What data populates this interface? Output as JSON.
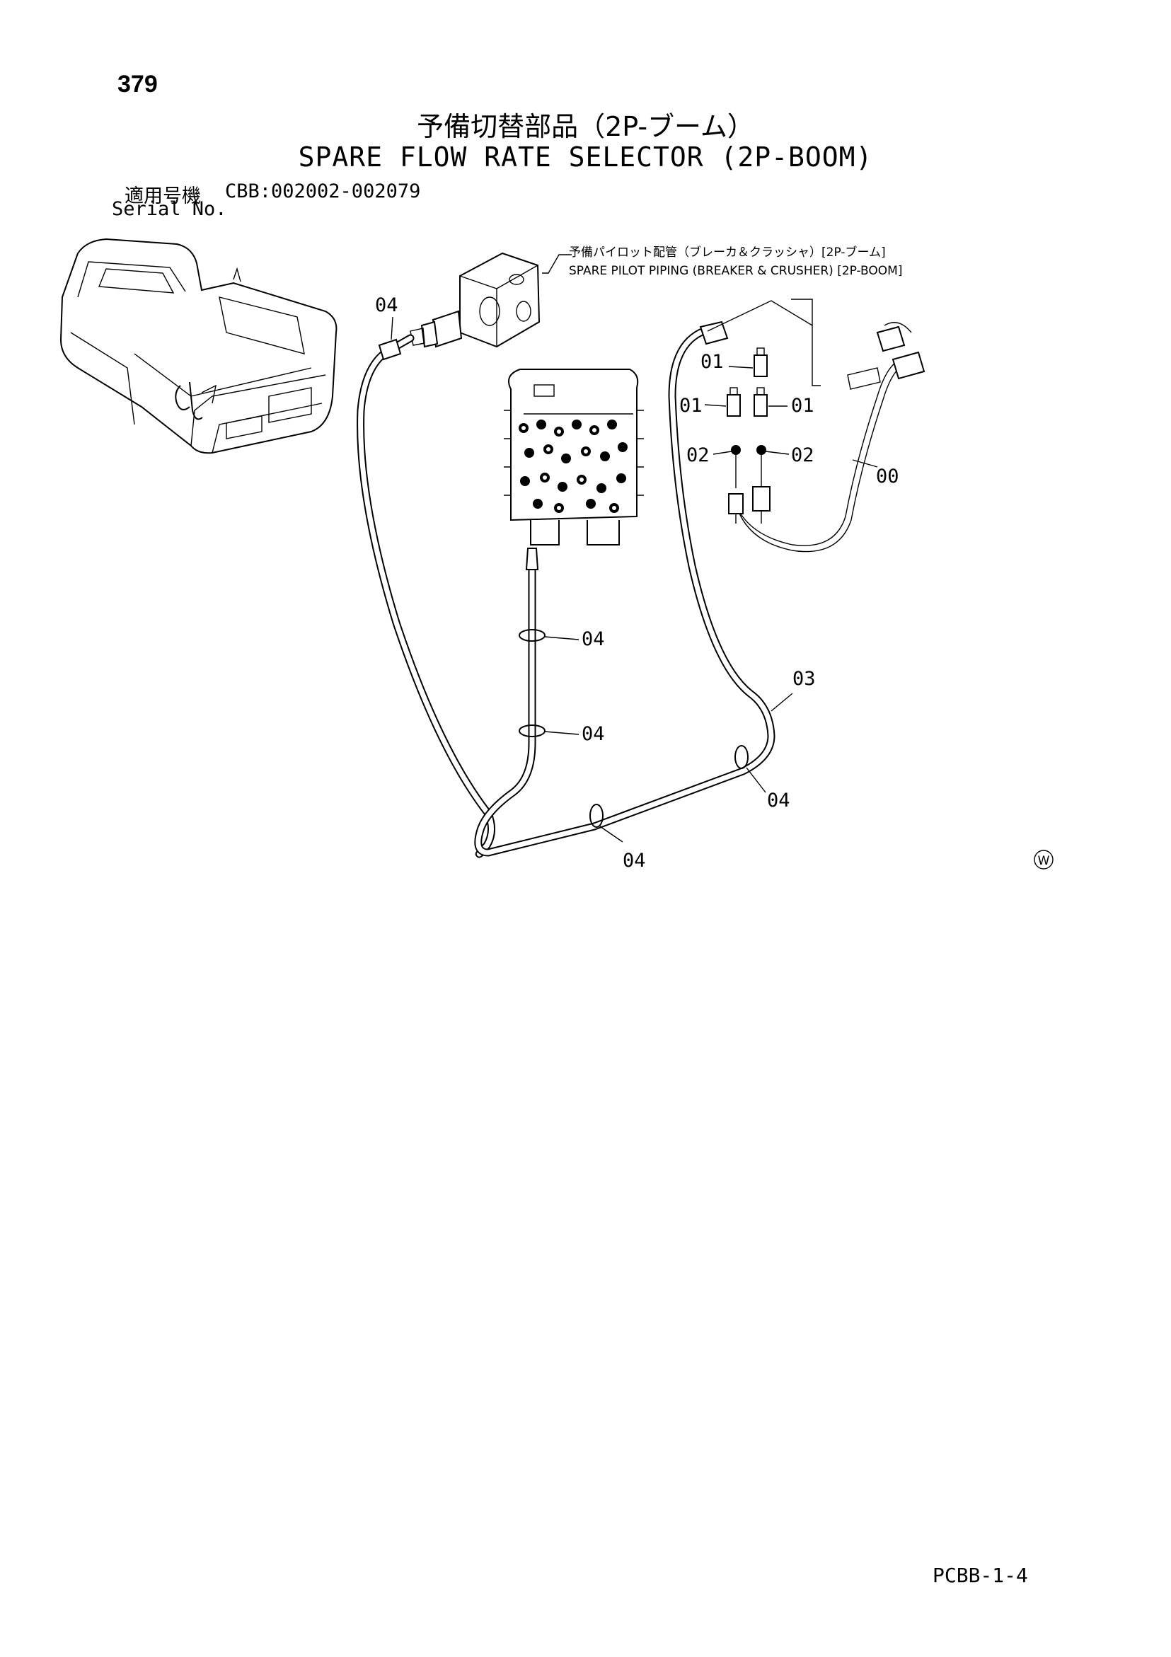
{
  "page": {
    "number": "379",
    "title_jp": "予備切替部品（2P-ブーム）",
    "title_en": "SPARE FLOW RATE SELECTOR (2P-BOOM)",
    "serial_label_jp": "適用号機",
    "serial_label_en": "Serial No.",
    "serial_range": "CBB:002002-002079",
    "footer_code": "PCBB-1-4"
  },
  "diagram": {
    "note_jp": "予備パイロット配管（ブレーカ＆クラッシャ）[2P-ブーム]",
    "note_en": "SPARE PILOT PIPING (BREAKER & CRUSHER) [2P-BOOM]",
    "callouts": {
      "c04_top": "04",
      "c01_top": "01",
      "c01_left": "01",
      "c01_right": "01",
      "c02_left": "02",
      "c02_right": "02",
      "c00": "00",
      "c04_mid1": "04",
      "c04_mid2": "04",
      "c03": "03",
      "c04_right": "04",
      "c04_bottom": "04"
    },
    "mark": "W"
  }
}
